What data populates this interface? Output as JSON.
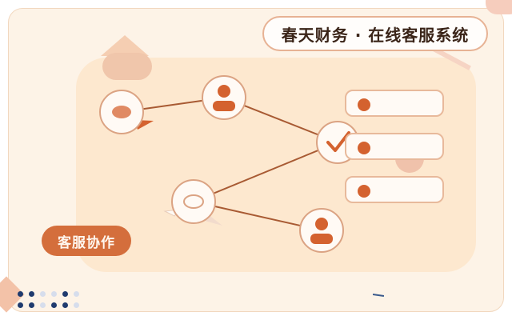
{
  "header": {
    "title": "春天财务 · 在线客服系统"
  },
  "badge": {
    "label": "客服协作"
  },
  "list": {
    "items": [
      {
        "kind": "bullet-card"
      },
      {
        "kind": "bullet-card"
      },
      {
        "kind": "bullet-card"
      }
    ]
  },
  "nodes": [
    {
      "id": "chat-bubble-top",
      "icon": "chat-bubble-icon"
    },
    {
      "id": "agent-top",
      "icon": "person-icon"
    },
    {
      "id": "checkmark",
      "icon": "checkmark-icon"
    },
    {
      "id": "chat-bubble-bottom",
      "icon": "chat-bubble-icon"
    },
    {
      "id": "agent-bottom",
      "icon": "person-icon"
    }
  ],
  "edges": [
    {
      "from": "chat-bubble-top",
      "to": "agent-top"
    },
    {
      "from": "agent-top",
      "to": "checkmark"
    },
    {
      "from": "chat-bubble-bottom",
      "to": "checkmark"
    },
    {
      "from": "chat-bubble-bottom",
      "to": "agent-bottom"
    }
  ],
  "colors": {
    "accent": "#d4622f",
    "line": "#a85a33",
    "panel": "#fde8cf",
    "background": "#fdf3e7"
  }
}
